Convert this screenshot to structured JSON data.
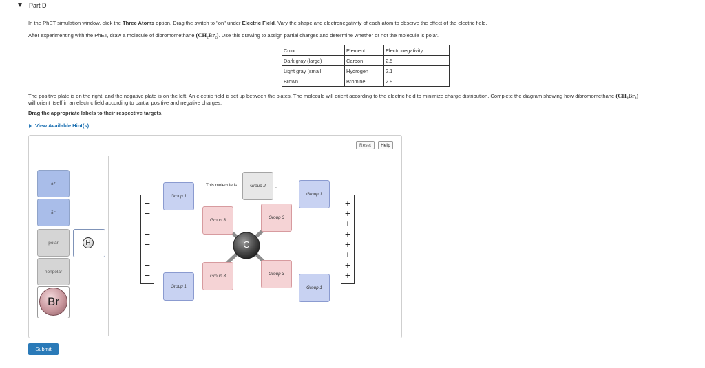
{
  "part": {
    "title": "Part D"
  },
  "intro": {
    "line1_pre": "In the PhET simulation window, click the ",
    "line1_bold1": "Three Atoms",
    "line1_mid": " option. Drag the switch to \"on\" under ",
    "line1_bold2": "Electric Field",
    "line1_post": ". Vary the shape and electronegativity of each atom to observe the effect of the electric field.",
    "line2_pre": "After experimenting with the PhET, draw a molecule of dibromomethane ",
    "line2_formula": "(CH₂Br₂)",
    "line2_post": ". Use this drawing to assign partial charges and determine whether or not the molecule is polar."
  },
  "table": {
    "headers": [
      "Color",
      "Element",
      "Electronegativity"
    ],
    "rows": [
      [
        "Dark gray (large)",
        "Carbon",
        "2.5"
      ],
      [
        "Light gray (small",
        "Hydrogen",
        "2.1"
      ],
      [
        "Brown",
        "Bromine",
        "2.9"
      ]
    ]
  },
  "description": {
    "line1_pre": "The positive plate is on the right, and the negative plate is on the left. An electric field is set up between the plates. The molecule will orient according to the electric field to minimize charge distribution. Complete the diagram showing how dibromomethane ",
    "line1_formula": "(CH₂Br₂)",
    "line2": "will orient itself in an electric field according to partial positive and negative charges.",
    "instruction": "Drag the appropriate labels to their respective targets."
  },
  "hints": {
    "link_label": "View Available Hint(s)"
  },
  "toolbar": {
    "reset_label": "Reset",
    "help_label": "Help"
  },
  "labels": {
    "delta_plus": "δ⁺",
    "delta_minus": "δ⁻",
    "polar": "polar",
    "nonpolar": "nonpolar"
  },
  "atoms": {
    "bromine": "Br",
    "hydrogen": "H",
    "carbon": "C"
  },
  "diagram": {
    "molecule_text": "This molecule is",
    "period": ".",
    "targets": {
      "group1": "Group 1",
      "group2": "Group 2",
      "group3": "Group 3"
    },
    "minus_signs": [
      "−",
      "−",
      "−",
      "−",
      "−",
      "−",
      "−",
      "−"
    ],
    "plus_signs": [
      "+",
      "+",
      "+",
      "+",
      "+",
      "+",
      "+",
      "+"
    ]
  },
  "submit": {
    "label": "Submit"
  },
  "colors": {
    "accent": "#2a7ab8",
    "label_blue": "#a9bde9",
    "target_blue": "#c8d2f2",
    "target_pink": "#f5d3d5",
    "target_gray": "#e7e7e7"
  },
  "icons": {
    "collapse": "caret-down-icon",
    "hint": "caret-right-icon"
  }
}
